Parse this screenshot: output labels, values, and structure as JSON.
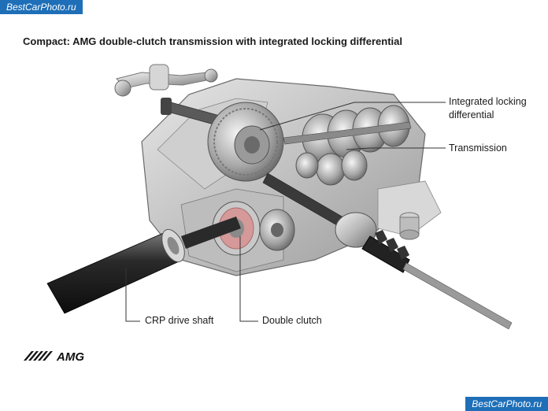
{
  "watermark": {
    "top": "BestCarPhoto.ru",
    "bottom": "BestCarPhoto.ru"
  },
  "title": "Compact: AMG double-clutch transmission with integrated locking differential",
  "labels": {
    "locking_diff_line1": "Integrated locking",
    "locking_diff_line2": "differential",
    "transmission": "Transmission",
    "drive_shaft": "CRP drive shaft",
    "double_clutch": "Double clutch"
  },
  "logo_text": "AMG",
  "colors": {
    "watermark_bg": "#1e6fb8",
    "leader": "#333333",
    "clutch_highlight": "#d98a8a"
  }
}
